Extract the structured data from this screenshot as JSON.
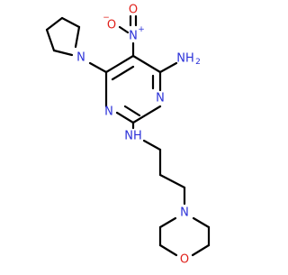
{
  "molecule": {
    "atom_colors": {
      "N": "#2a30d8",
      "O": "#e0201a",
      "C": "#000000"
    },
    "labels": {
      "nitro_n": "N",
      "nitro_n_charge": "+",
      "nitro_o_left": "O",
      "nitro_o_left_charge": "−",
      "nitro_o_top": "O",
      "amine": "NH",
      "amine_sub": "2",
      "ring_n_right": "N",
      "ring_n_bottom": "N",
      "pyrrolidine_n": "N",
      "linker_nh": "NH",
      "morpholine_n": "N",
      "morpholine_o": "O"
    }
  }
}
